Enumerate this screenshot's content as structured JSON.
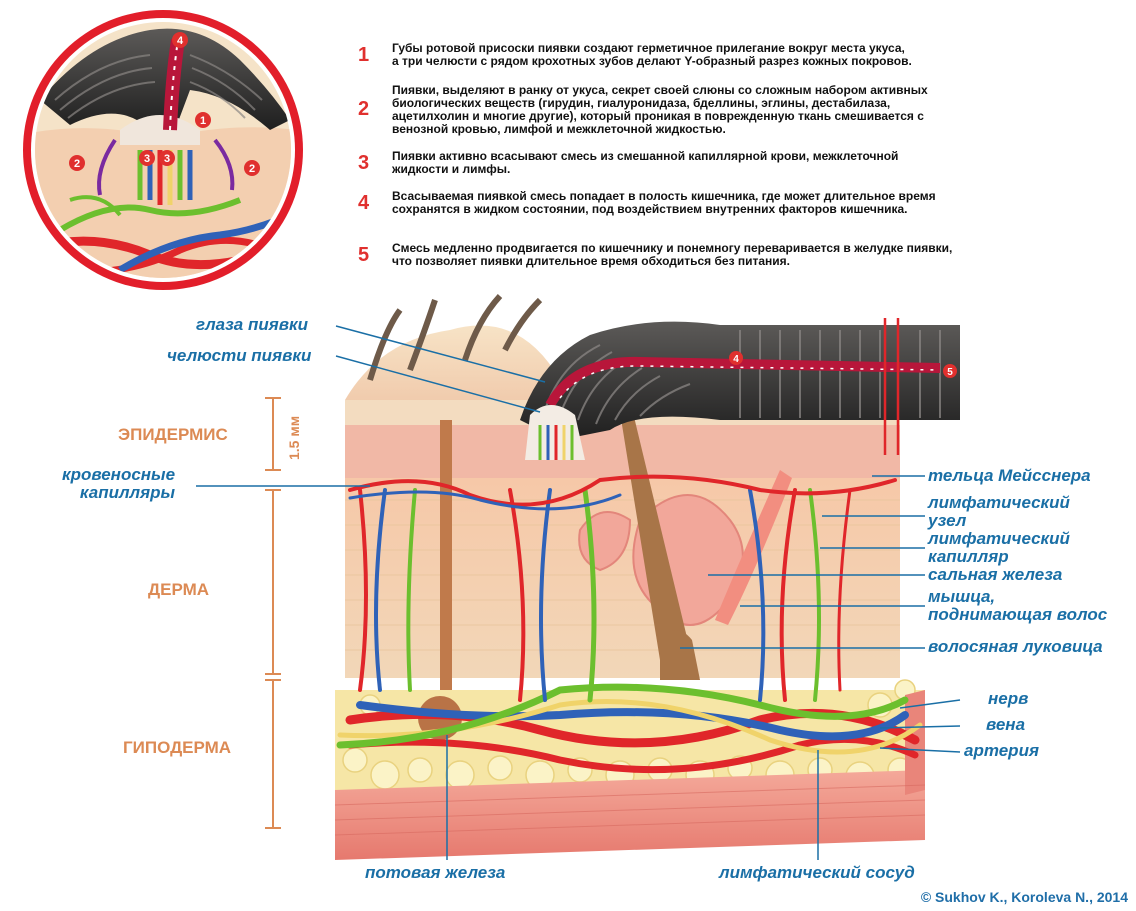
{
  "notes": [
    {
      "num": "1",
      "text": "Губы ротовой присоски пиявки создают герметичное прилегание вокруг места укуса,\nа три челюсти с рядом крохотных зубов делают Y-образный разрез кожных покровов."
    },
    {
      "num": "2",
      "text": "Пиявки, выделяют в ранку от укуса, секрет своей слюны со сложным набором активных\nбиологических веществ (гирудин, гиалуронидаза, бделлины, эглины, дестабилаза,\nацетилхолин и многие другие), который проникая в поврежденную ткань смешивается с\nвенозной кровью, лимфой и межклеточной жидкостью."
    },
    {
      "num": "3",
      "text": "Пиявки активно всасывают смесь из смешанной капиллярной крови, межклеточной\nжидкости и лимфы."
    },
    {
      "num": "4",
      "text": "Всасываемая пиявкой смесь попадает в полость кишечника, где может длительное время\nсохранятся в жидком состоянии, под воздействием внутренних факторов кишечника."
    },
    {
      "num": "5",
      "text": "Смесь медленно продвигается по кишечнику и понемногу переваривается в желудке пиявки,\nчто позволяет пиявки длительное время обходиться без питания."
    }
  ],
  "layers": {
    "epidermis": "ЭПИДЕРМИС",
    "dermis": "ДЕРМА",
    "hypodermis": "ГИПОДЕРМА",
    "scale": "1.5 мм"
  },
  "labels": {
    "eyes": "глаза пиявки",
    "jaws": "челюсти пиявки",
    "capillaries": "кровеносные\nкапилляры",
    "meissner": "тельца Мейсснера",
    "lymph_node": "лимфатический\nузел",
    "lymph_capillary": "лимфатический\nкапилляр",
    "sebaceous": "сальная железа",
    "muscle": "мышца,\nподнимающая волос",
    "bulb": "волосяная луковица",
    "nerve": "нерв",
    "vein": "вена",
    "artery": "артерия",
    "sweat": "потовая железа",
    "lymph_vessel": "лимфатический сосуд"
  },
  "inset_markers": [
    "1",
    "2",
    "2",
    "3",
    "3",
    "4"
  ],
  "main_markers": [
    "4",
    "5"
  ],
  "copyright": "© Sukhov K., Koroleva N., 2014",
  "colors": {
    "label_blue": "#1a6fa6",
    "layer_orange": "#dc8a54",
    "marker_red": "#e0302e",
    "artery": "#e0262a",
    "vein": "#2f62b8",
    "lymph": "#6cbf2e",
    "nerve": "#f0d36a"
  }
}
